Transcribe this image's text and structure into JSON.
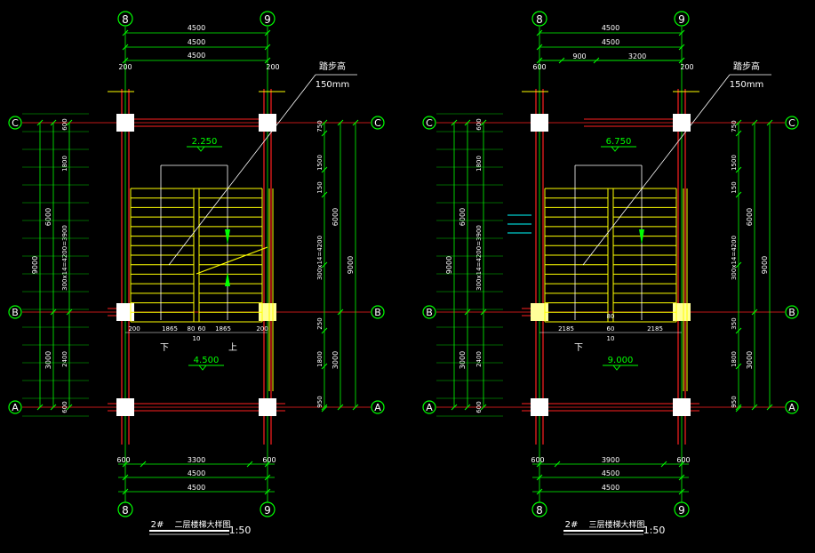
{
  "colors": {
    "background": "#000000",
    "dimension": "#00ff00",
    "wall": "#ff2020",
    "stair": "#ffff00",
    "column": "#ffffff",
    "text": "#ffffff",
    "cyan": "#00ffff",
    "level": "#00ff00"
  },
  "plans": [
    {
      "grid_top": [
        "8",
        "9"
      ],
      "grid_bottom": [
        "8",
        "9"
      ],
      "grid_left": [
        "C",
        "B",
        "A"
      ],
      "grid_right": [
        "C",
        "B",
        "A"
      ],
      "dims_top": [
        "4500",
        "4500",
        "4500"
      ],
      "dims_top_row3": [
        "200",
        "200"
      ],
      "dims_bottom_row1": [
        "600",
        "3300",
        "600"
      ],
      "dims_bottom_row2": [
        "4500"
      ],
      "dims_bottom_row3": [
        "4500"
      ],
      "left_outer": [
        "9000"
      ],
      "left_mid": [
        "6000",
        "3000"
      ],
      "left_inner": [
        "600",
        "1800",
        "300x14=4200=3900",
        "2400",
        "600"
      ],
      "right_inner": [
        "750",
        "1500",
        "150",
        "300x14=4200",
        "250",
        "1800",
        "950"
      ],
      "right_mid": [
        "6000",
        "3000"
      ],
      "right_outer": [
        "9000"
      ],
      "stair_dims": [
        "200",
        "1865",
        "80",
        "60",
        "1865",
        "200"
      ],
      "stair_dim_below": "10",
      "level_upper": "2.250",
      "level_lower": "4.500",
      "label_down": "下",
      "label_up": "上",
      "callout_title": "踏步高",
      "callout_value": "150mm",
      "title_prefix": "2#",
      "title": "二层楼梯大样图",
      "scale": "1:50"
    },
    {
      "grid_top": [
        "8",
        "9"
      ],
      "grid_bottom": [
        "8",
        "9"
      ],
      "grid_left": [
        "C",
        "B",
        "A"
      ],
      "grid_right": [
        "C",
        "B",
        "A"
      ],
      "dims_top": [
        "4500",
        "4500"
      ],
      "dims_top_row3": [
        "600",
        "900",
        "3200",
        "200"
      ],
      "dims_bottom_row1": [
        "600",
        "3900",
        "600"
      ],
      "dims_bottom_row2": [
        "4500"
      ],
      "dims_bottom_row3": [
        "4500"
      ],
      "left_outer": [
        "9000"
      ],
      "left_mid": [
        "6000",
        "3000"
      ],
      "left_inner": [
        "600",
        "1800",
        "300x14=4200=3900",
        "2400",
        "600"
      ],
      "right_inner": [
        "750",
        "1500",
        "150",
        "300x14=4200",
        "350",
        "1800",
        "950"
      ],
      "right_mid": [
        "6000",
        "3000"
      ],
      "right_outer": [
        "9000"
      ],
      "stair_dims": [
        "2185",
        "60",
        "2185"
      ],
      "stair_dim_top": "80",
      "stair_dim_below": "10",
      "level_upper": "6.750",
      "level_lower": "9.000",
      "label_down": "下",
      "callout_title": "踏步高",
      "callout_value": "150mm",
      "title_prefix": "2#",
      "title": "三层楼梯大样图",
      "scale": "1:50"
    }
  ]
}
